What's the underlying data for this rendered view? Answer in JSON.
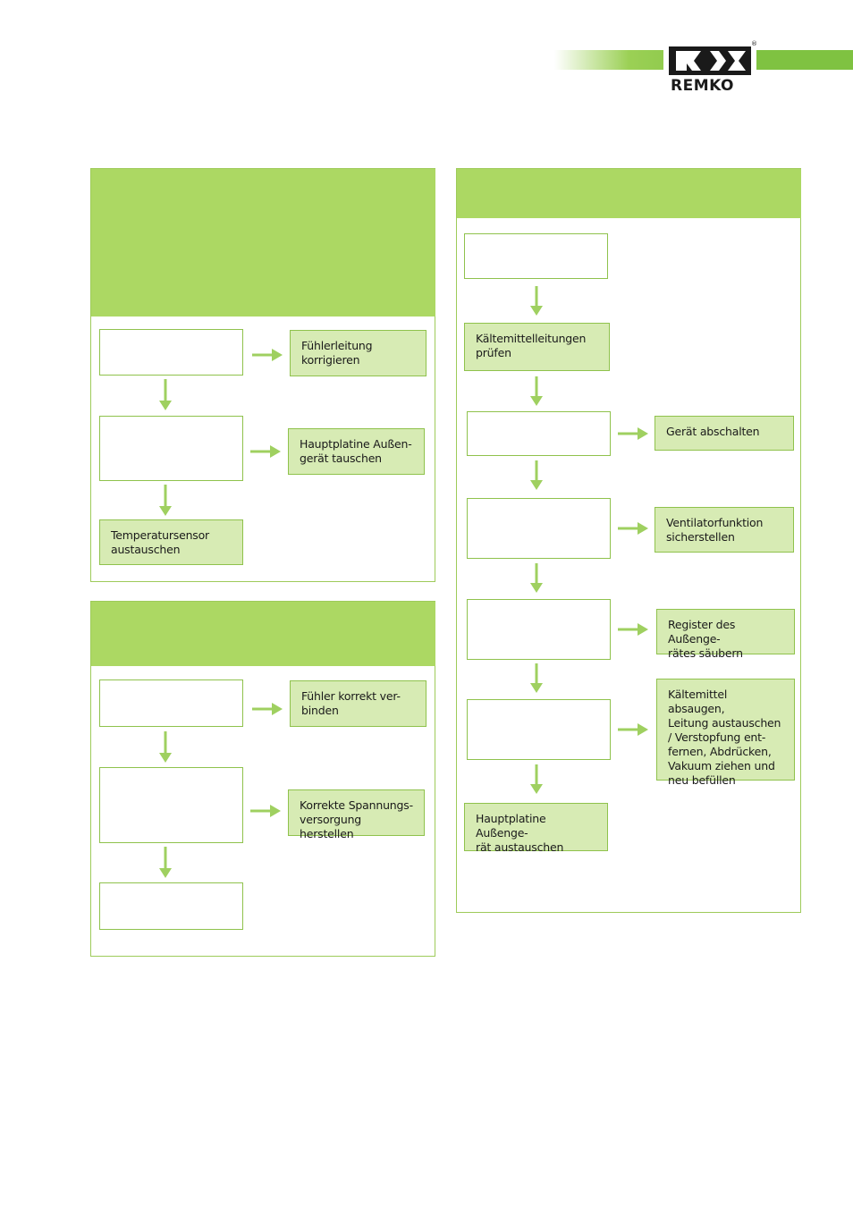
{
  "brand": {
    "name": "REMKO",
    "registered": "®"
  },
  "colors": {
    "accent_green": "#acd863",
    "box_fill": "#d7ebb4",
    "border_green": "#8fc24c",
    "band_green": "#7fc241"
  },
  "panel_a": {
    "action_1": "Fühlerleitung\nkorrigieren",
    "action_2": "Hauptplatine Außen-\ngerät tauschen",
    "action_3": "Temperatursensor\naustauschen"
  },
  "panel_b": {
    "action_1": "Fühler korrekt ver-\nbinden",
    "action_2": "Korrekte Spannungs-\nversorgung herstellen"
  },
  "panel_c": {
    "step_2": "Kältemittelleitungen\nprüfen",
    "action_1": "Gerät abschalten",
    "action_2": "Ventilatorfunktion\nsicherstellen",
    "action_3": "Register des Außenge-\nrätes säubern",
    "action_4": "Kältemittel absaugen,\nLeitung austauschen\n/ Verstopfung ent-\nfernen, Abdrücken,\nVakuum ziehen und\nneu befüllen",
    "final": "Hauptplatine Außenge-\nrät austauschen"
  }
}
